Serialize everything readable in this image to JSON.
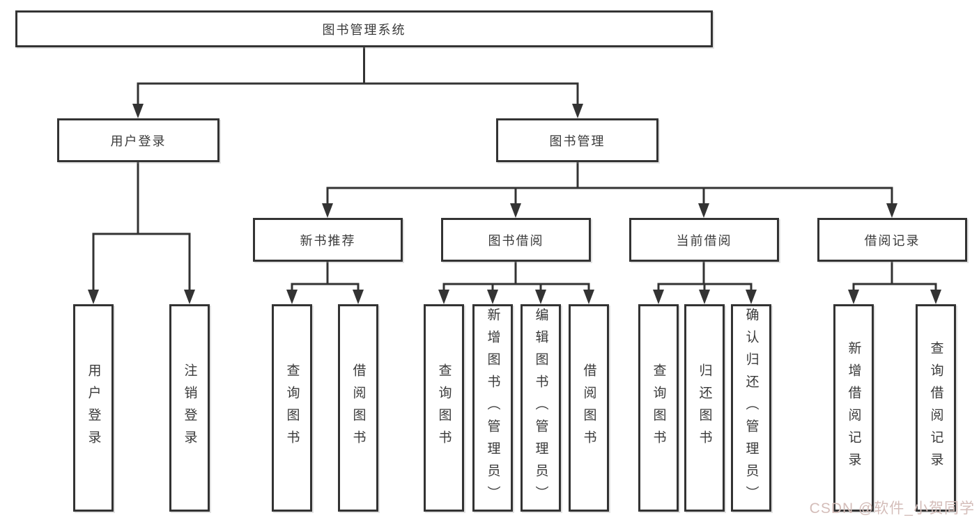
{
  "tree": {
    "label": "图书管理系统",
    "children": [
      {
        "label": "用户登录",
        "children": [
          {
            "label": "用户登录"
          },
          {
            "label": "注销登录"
          }
        ]
      },
      {
        "label": "图书管理",
        "children": [
          {
            "label": "新书推荐",
            "children": [
              {
                "label": "查询图书"
              },
              {
                "label": "借阅图书"
              }
            ]
          },
          {
            "label": "图书借阅",
            "children": [
              {
                "label": "查询图书"
              },
              {
                "label": "新增图书（管理员）"
              },
              {
                "label": "编辑图书（管理员）"
              },
              {
                "label": "借阅图书"
              }
            ]
          },
          {
            "label": "当前借阅",
            "children": [
              {
                "label": "查询图书"
              },
              {
                "label": "归还图书"
              },
              {
                "label": "确认归还（管理员）"
              }
            ]
          },
          {
            "label": "借阅记录",
            "children": [
              {
                "label": "新增借阅记录"
              },
              {
                "label": "查询借阅记录"
              }
            ]
          }
        ]
      }
    ]
  },
  "watermark": {
    "text": "CSDN @软件_小贺同学",
    "color": "#d4bdb9"
  },
  "colors": {
    "line": "#333333",
    "node_border": "#333333",
    "node_text": "#3a3a3a",
    "node_background": "#ffffff",
    "page_background": "#ffffff"
  }
}
